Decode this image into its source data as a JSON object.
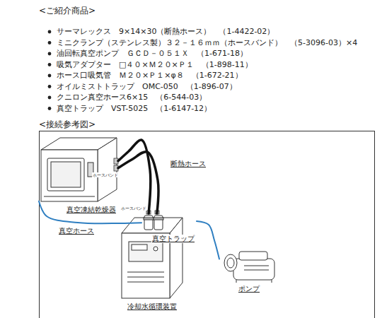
{
  "diagram": {
    "title": "<ご紹介商品>",
    "nodes": [
      {
        "text": [
          "真空凍結乾燥器"
        ]
      },
      {
        "text": [
          "冷却水循環装置"
        ]
      },
      {
        "text": [
          "真空トラップ"
        ]
      },
      {
        "text": [
          "ポンプ"
        ]
      }
    ],
    "edges": [
      {
        "from": 0,
        "to": 2,
        "arrow": "none"
      },
      {
        "from": 0,
        "to": 2,
        "arrow": "none"
      },
      {
        "from": 0,
        "to": 2,
        "arrow": "none"
      },
      {
        "from": 2,
        "to": 3,
        "arrow": "none"
      }
    ],
    "labels": [
      "サーマレックス　9×14×30（断熱ホース）　（1-4422-02）",
      "ミニクランプ（ステンレス製）３２－１６ｍｍ（ホースバンド）　（5-3096-03）×4",
      "油回転真空ポンプ　ＧＣＤ－０５１Ｘ　（1-671-18）",
      "吸気アダプター　□４０×Ｍ２０×Ｐ１　（1-898-11）",
      "ホース口吸気管　Ｍ２０×Ｐ１×φ８　（1-672-21）",
      "オイルミストトラップ　OMC-050　（1-896-07）",
      "クニロン真空ホース6×15　（6-544-03）",
      "真空トラップ　VST-5025　（1-6147-12）",
      "<接続参考図>",
      "ホースバンド",
      "断熱ホース",
      "ホースバンド",
      "真空ホース"
    ]
  }
}
